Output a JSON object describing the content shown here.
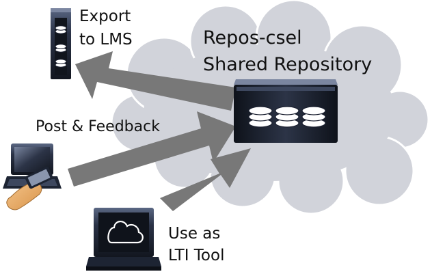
{
  "repository": {
    "title_line1": "Repos-csel",
    "title_line2": "Shared Repository"
  },
  "export": {
    "line1": "Export",
    "line2": "to LMS"
  },
  "post": {
    "label": "Post & Feedback"
  },
  "lti": {
    "line1": "Use as",
    "line2": "LTI Tool"
  },
  "colors": {
    "cloud_fill": "#d1d3da",
    "cloud_stroke": "#ffffff",
    "arrow": "#787878",
    "device_dark": "#1d2433",
    "device_highlight": "#5a6783",
    "text": "#111111"
  }
}
